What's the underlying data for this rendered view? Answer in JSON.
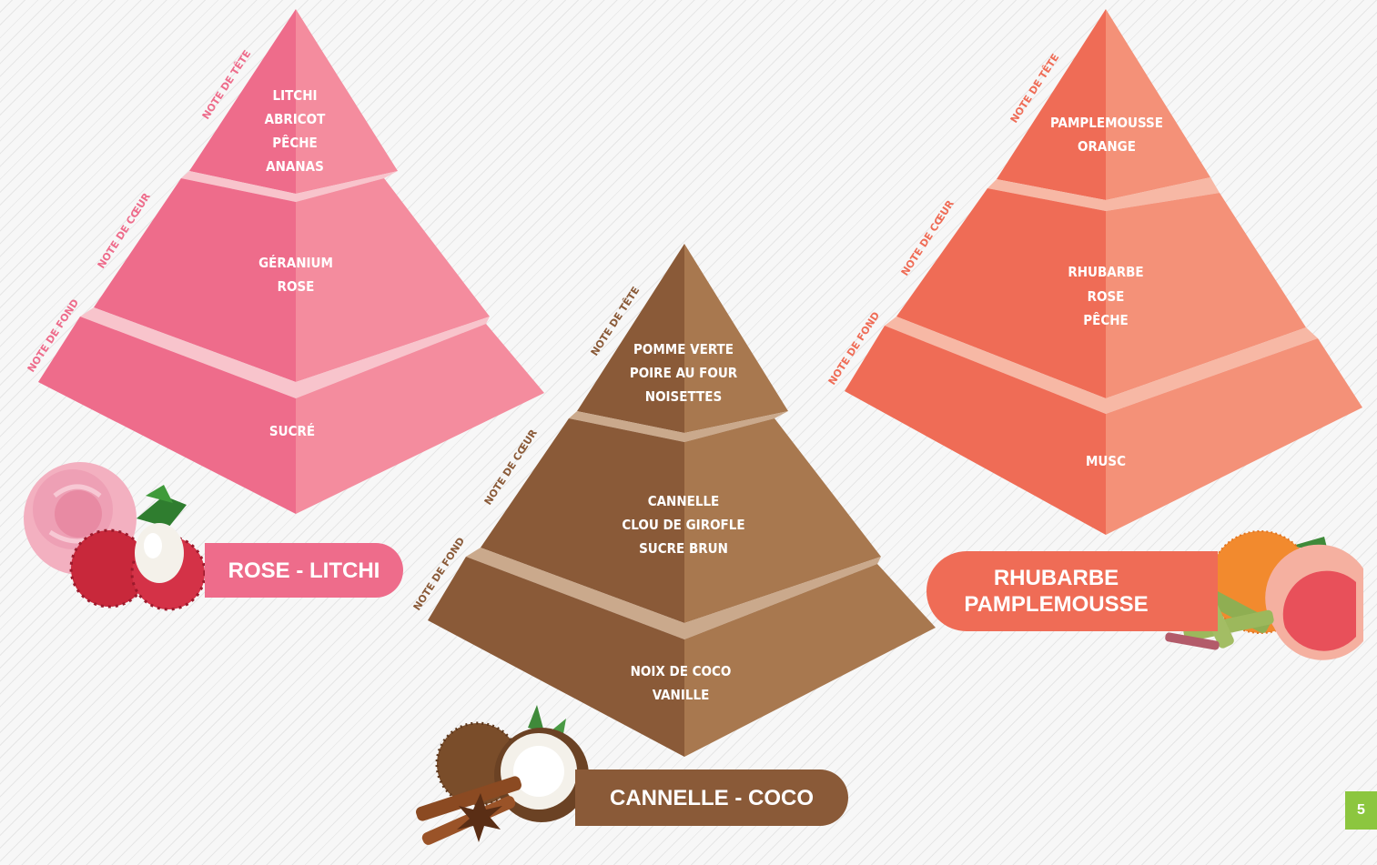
{
  "pyramids": [
    {
      "name": "ROSE - LITCHI",
      "labels": {
        "top": "NOTE DE TÊTE",
        "heart": "NOTE DE CŒUR",
        "base": "NOTE DE FOND"
      },
      "top_notes": [
        "LITCHI",
        "ABRICOT",
        "PÊCHE",
        "ANANAS"
      ],
      "heart_notes": [
        "GÉRANIUM",
        "ROSE"
      ],
      "base_notes": [
        "SUCRÉ"
      ],
      "colors": {
        "left": "#ee6c8b",
        "right": "#f48c9e",
        "label": "#ee6c8b"
      },
      "illustration": "rose-and-lychee"
    },
    {
      "name": "CANNELLE - COCO",
      "labels": {
        "top": "NOTE DE TÊTE",
        "heart": "NOTE DE CŒUR",
        "base": "NOTE DE FOND"
      },
      "top_notes": [
        "POMME VERTE",
        "POIRE AU FOUR",
        "NOISETTES"
      ],
      "heart_notes": [
        "CANNELLE",
        "CLOU DE GIROFLE",
        "SUCRE BRUN"
      ],
      "base_notes": [
        "NOIX DE COCO",
        "VANILLE"
      ],
      "colors": {
        "left": "#8a5a38",
        "right": "#a8784f",
        "label": "#8a5a38"
      },
      "illustration": "coconut-and-cinnamon"
    },
    {
      "name_lines": [
        "RHUBARBE",
        "PAMPLEMOUSSE"
      ],
      "labels": {
        "top": "NOTE DE TÊTE",
        "heart": "NOTE DE CŒUR",
        "base": "NOTE DE FOND"
      },
      "top_notes": [
        "PAMPLEMOUSSE",
        "ORANGE"
      ],
      "heart_notes": [
        "RHUBARBE",
        "ROSE",
        "PÊCHE"
      ],
      "base_notes": [
        "MUSC"
      ],
      "colors": {
        "left": "#ef6c56",
        "right": "#f49178",
        "label": "#ef6c56"
      },
      "illustration": "grapefruit-and-rhubarb"
    }
  ],
  "page_number": "5"
}
